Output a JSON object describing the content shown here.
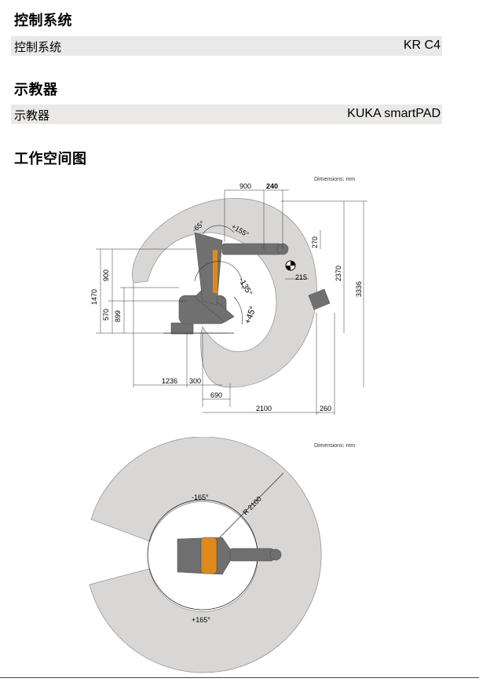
{
  "sections": [
    {
      "title": "控制系统",
      "row_label": "控制系统",
      "row_value": "KR  C4"
    },
    {
      "title": "示教器",
      "row_label": "示教器",
      "row_value": "KUKA  smartPAD"
    },
    {
      "title": "工作空间图"
    }
  ],
  "side_view": {
    "units_note": "Dimensions: mm",
    "dims": {
      "d900_top": "900",
      "d240": "240",
      "d270": "270",
      "d215": "215",
      "d2370": "2370",
      "d3336": "3336",
      "d900_left": "900",
      "d1470": "1470",
      "d570": "570",
      "d899": "899",
      "d1236": "1236",
      "d300": "300",
      "d690": "690",
      "d2100": "2100",
      "d260": "260"
    },
    "angles": {
      "a_minus65": "-65°",
      "a_plus155": "+155°",
      "a_minus135": "-135°",
      "a_plus45": "+45°"
    }
  },
  "top_view": {
    "units_note": "Dimensions: mm",
    "radius_label": "R 2100",
    "angle_neg": "-165°",
    "angle_pos": "+165°"
  },
  "colors": {
    "row_bg": "#ebe9e7",
    "envelope_fill": "#d8d6d4",
    "robot": "#6f6f6f",
    "accent": "#e08a1e"
  }
}
